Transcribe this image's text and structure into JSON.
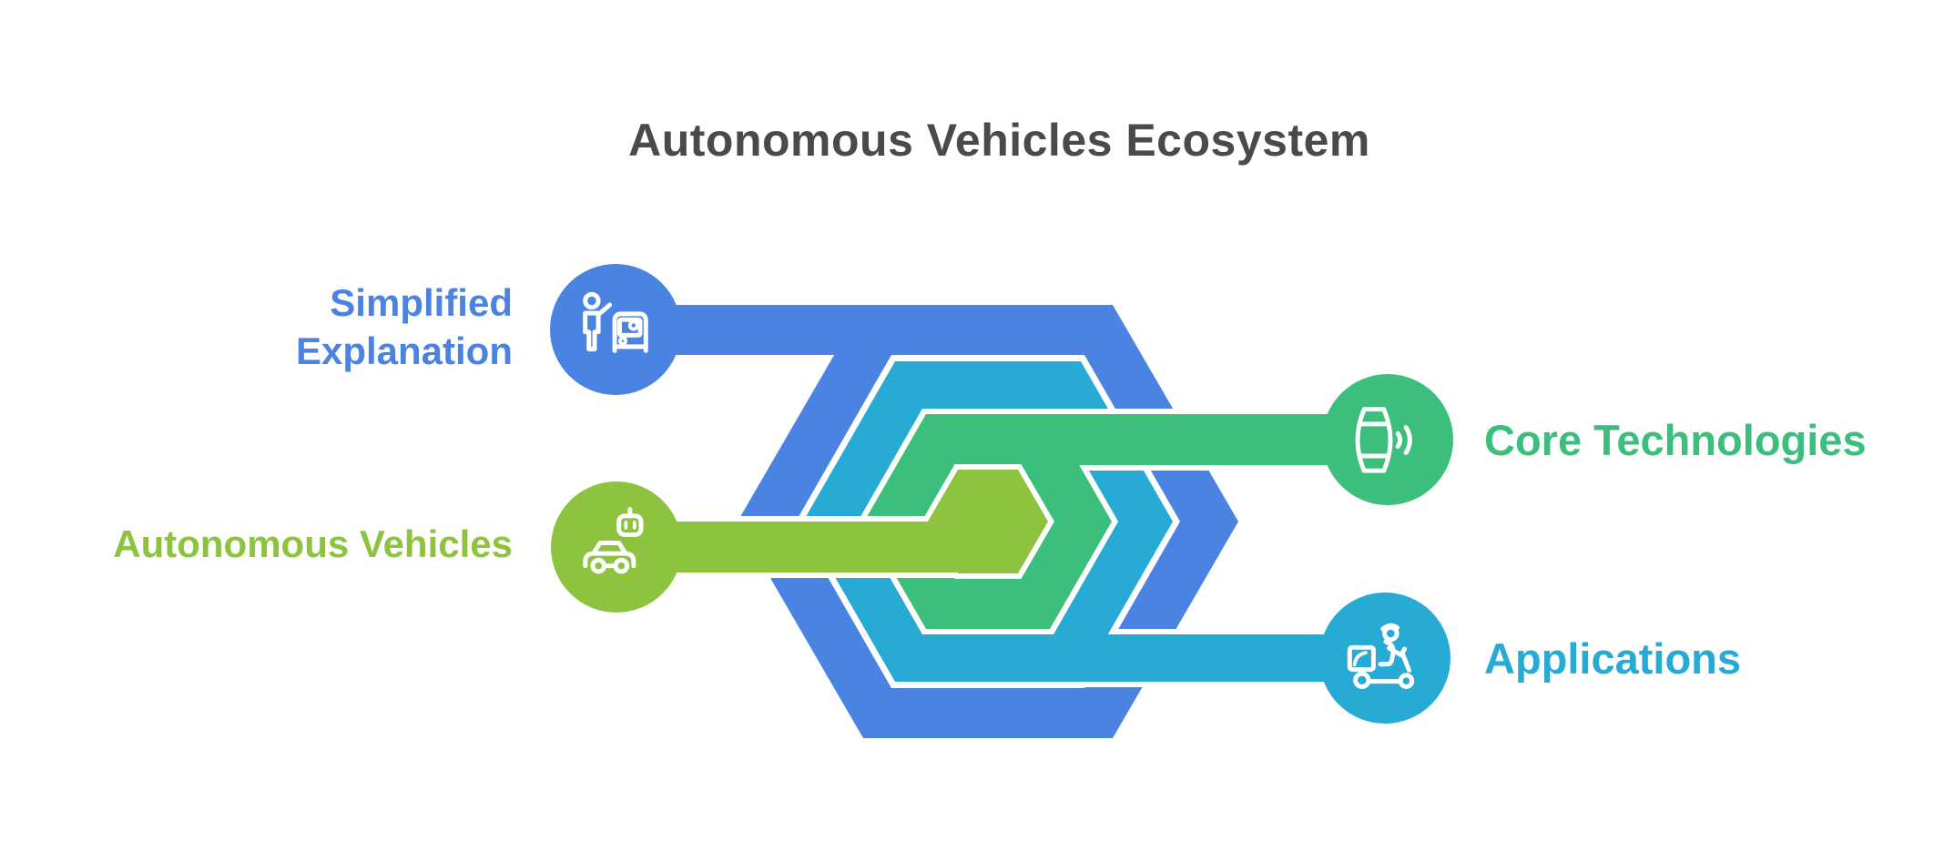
{
  "title": "Autonomous Vehicles Ecosystem",
  "colors": {
    "blue": "#4A83E2",
    "cyan": "#27ABD5",
    "green": "#3CBE7D",
    "lime": "#8DC33F",
    "ink": "#4A4A4A",
    "outline": "#FFFFFF",
    "background": "#FFFFFF"
  },
  "nodes": {
    "simplified": {
      "label": "Simplified Explanation",
      "icon": "ride-hailing-icon",
      "color": "#4A83E2",
      "position": "left-top"
    },
    "autonomous": {
      "label": "Autonomous Vehicles",
      "icon": "autonomous-car-icon",
      "color": "#8DC33F",
      "position": "left-middle"
    },
    "core": {
      "label": "Core Technologies",
      "icon": "sensor-waves-icon",
      "color": "#3CBE7D",
      "position": "right-top"
    },
    "applications": {
      "label": "Applications",
      "icon": "delivery-scooter-icon",
      "color": "#27ABD5",
      "position": "right-bottom"
    }
  },
  "diagram": {
    "type": "nested-hexagon-rings",
    "ring_order": [
      "blue",
      "cyan",
      "green",
      "lime"
    ]
  }
}
